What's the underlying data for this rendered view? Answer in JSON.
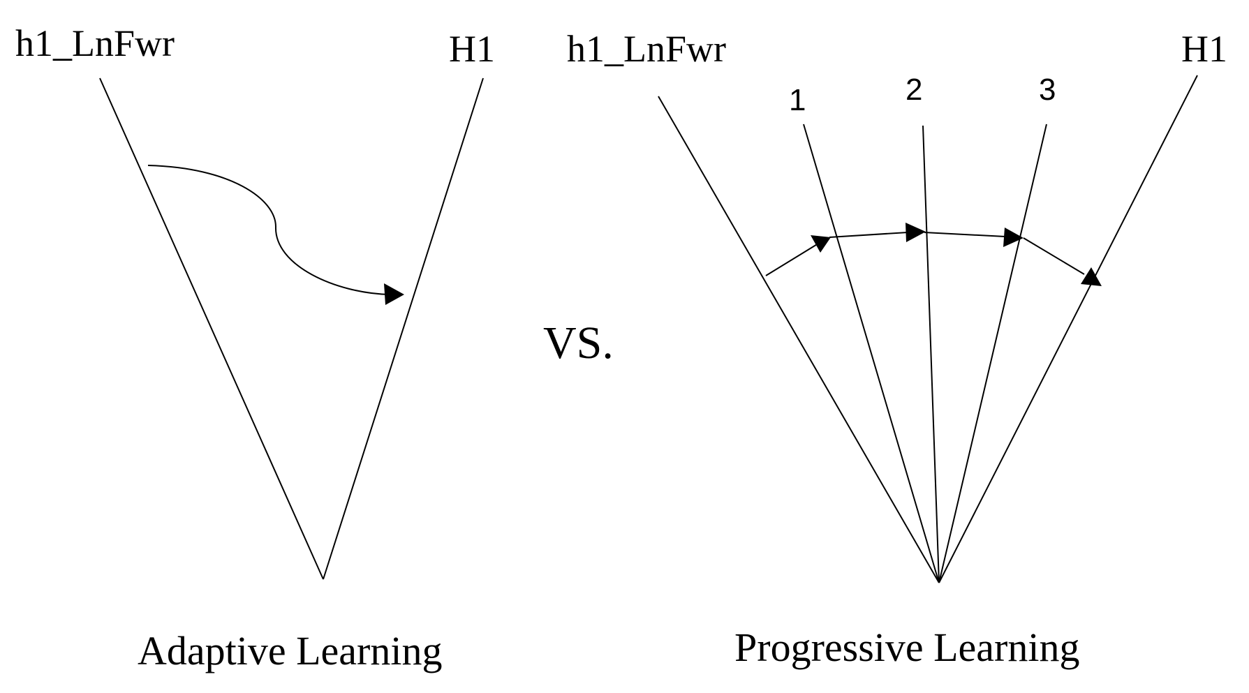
{
  "colors": {
    "ink": "#000000",
    "background": "#ffffff"
  },
  "adaptive": {
    "start_label": "h1_LnFwr",
    "end_label": "H1",
    "caption": "Adaptive Learning"
  },
  "separator": {
    "label": "VS."
  },
  "progressive": {
    "start_label": "h1_LnFwr",
    "end_label": "H1",
    "steps": [
      "1",
      "2",
      "3"
    ],
    "caption": "Progressive Learning"
  }
}
